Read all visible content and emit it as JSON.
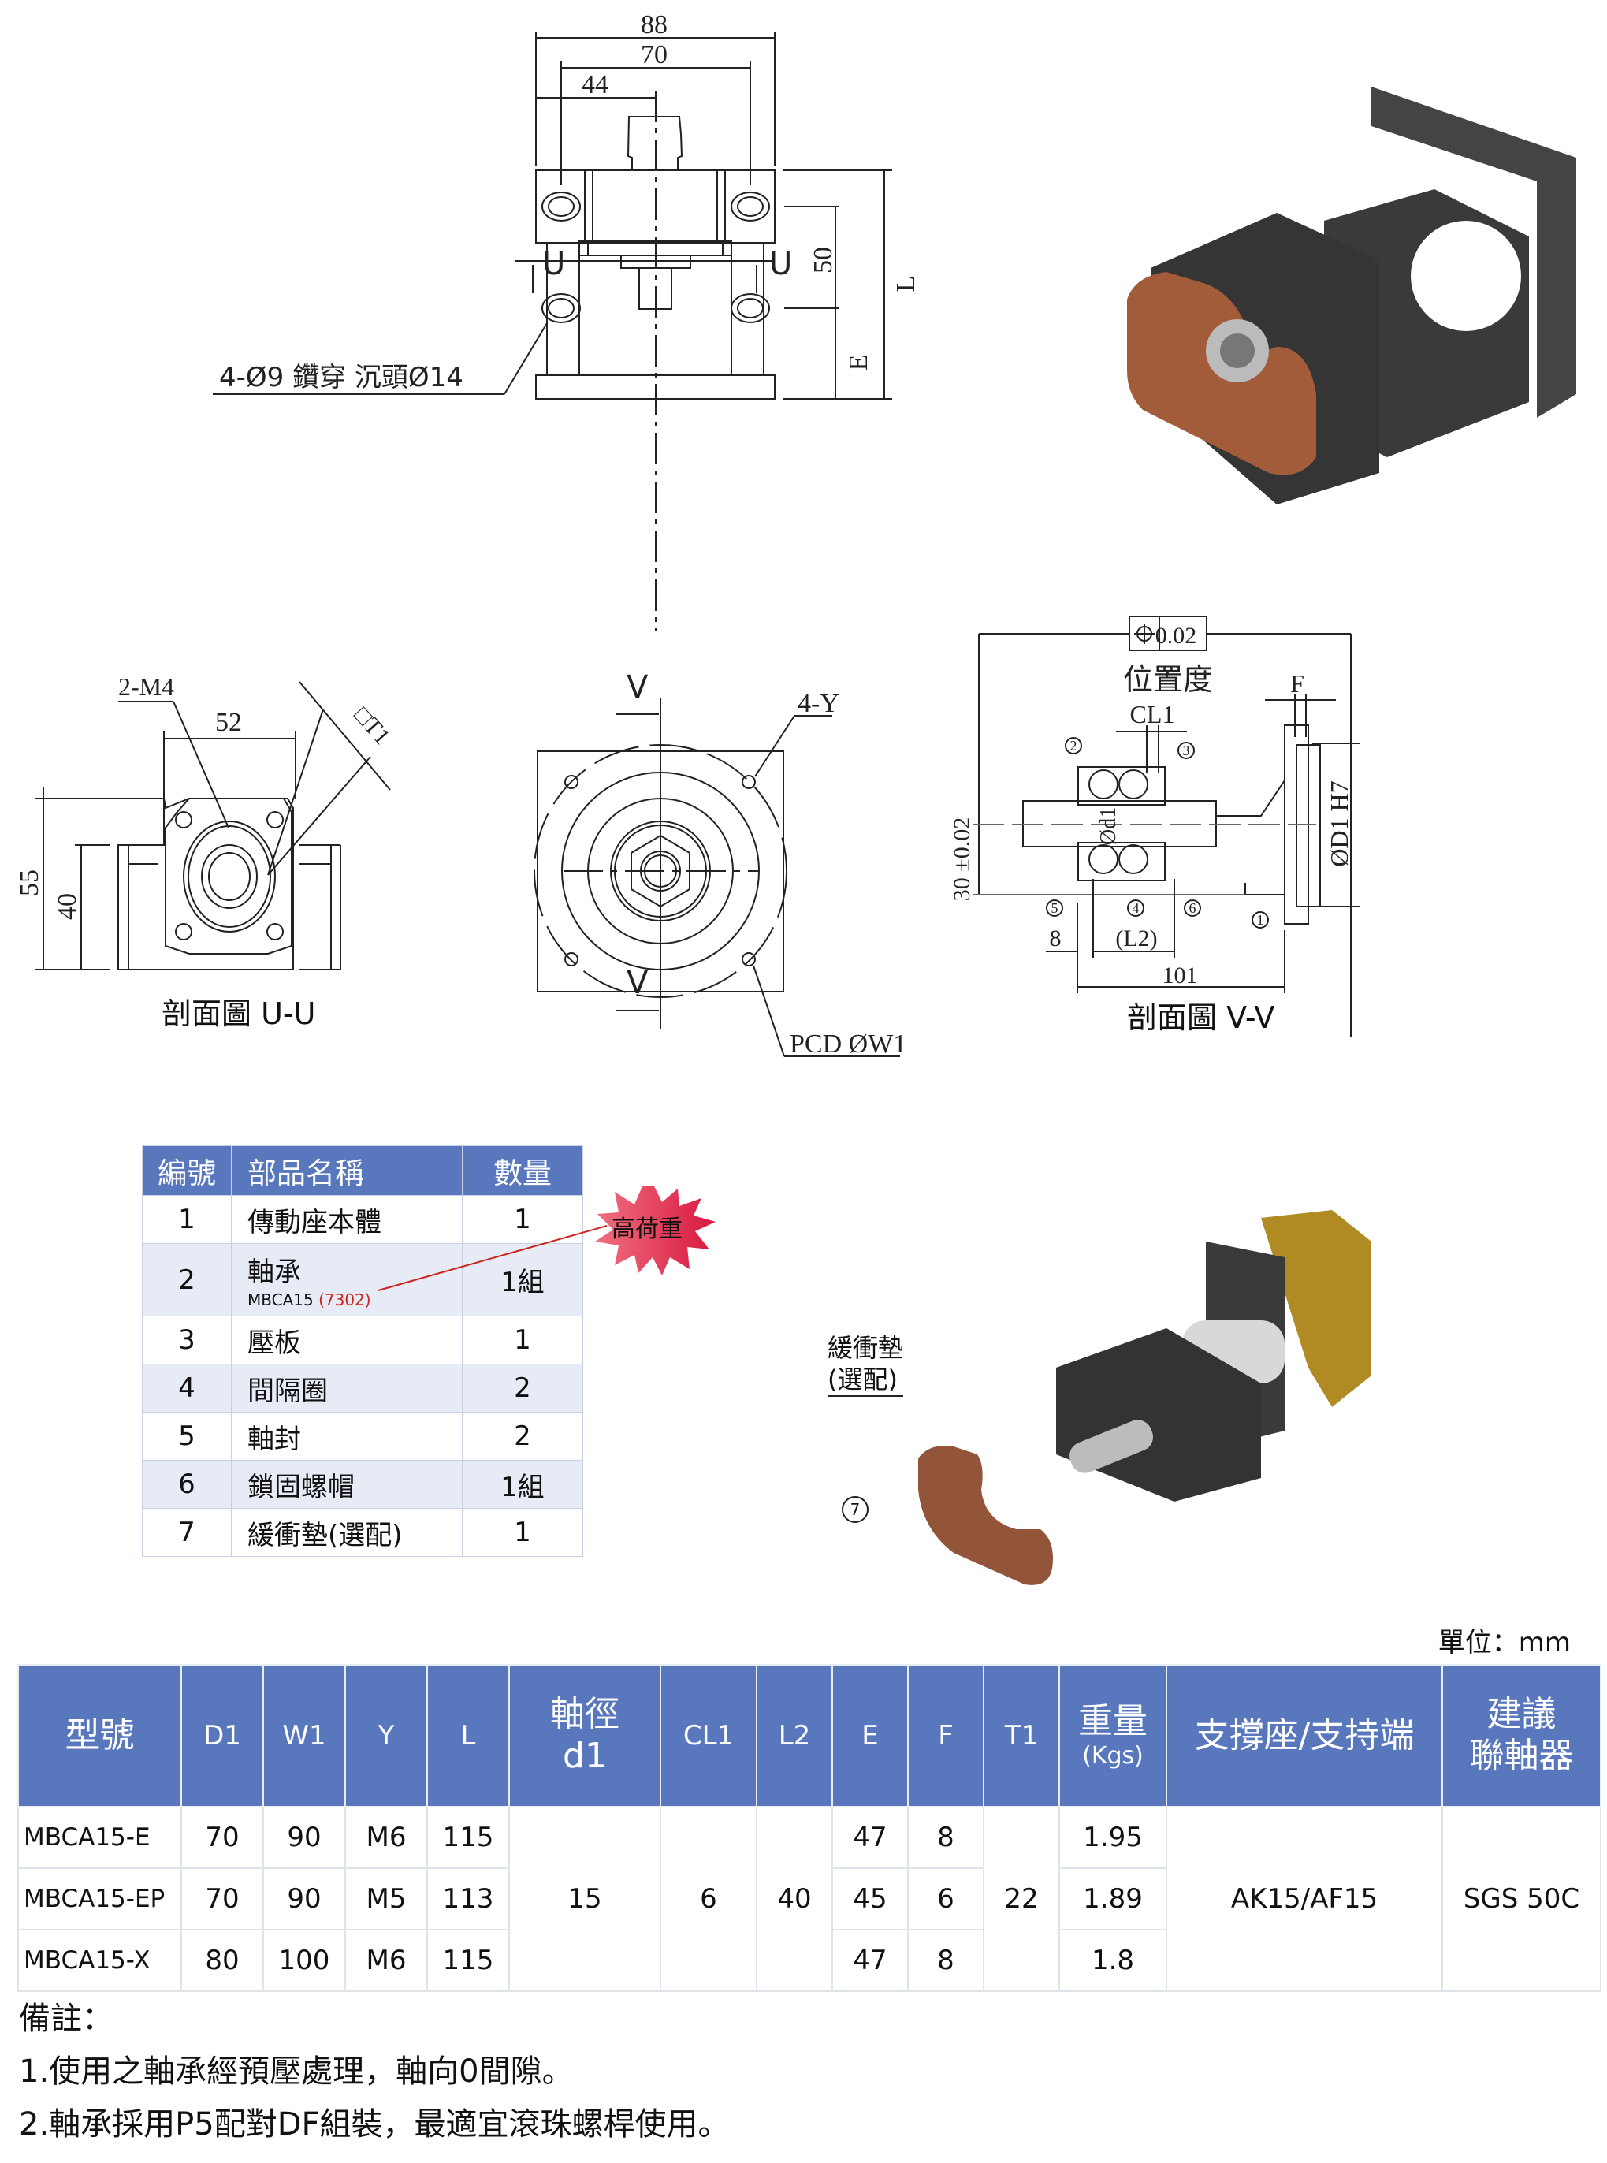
{
  "top_view": {
    "dims": {
      "w88": "88",
      "w70": "70",
      "w44": "44",
      "h50": "50",
      "L": "L",
      "E": "E"
    },
    "section_marks": {
      "left": "U",
      "right": "U"
    },
    "hole_callout": "4-Ø9 鑽穿 沉頭Ø14"
  },
  "section_uu": {
    "tap_callout": "2-M4",
    "dims": {
      "w52": "52",
      "h55": "55",
      "h40": "40",
      "T1": "□T1"
    },
    "caption": "剖面圖 U-U"
  },
  "front_view": {
    "section_marks": {
      "top": "V",
      "bottom": "V"
    },
    "hole_callout": "4-Y",
    "pcd_callout": "PCD ØW1"
  },
  "section_vv": {
    "tolerance_symbol": "position-icon",
    "tolerance_value": "0.02",
    "tolerance_label": "位置度",
    "dims": {
      "F": "F",
      "CL1": "CL1",
      "d1": "Ød1",
      "D1": "ØD1 H7",
      "h30": "30 ±0.02",
      "w8": "8",
      "L2": "(L2)",
      "w101": "101"
    },
    "balloons": [
      "1",
      "2",
      "3",
      "4",
      "5",
      "6"
    ],
    "caption": "剖面圖 V-V"
  },
  "parts_table": {
    "headers": [
      "編號",
      "部品名稱",
      "數量"
    ],
    "rows": [
      {
        "no": "1",
        "name": "傳動座本體",
        "sub": "",
        "sub_red": "",
        "qty": "1"
      },
      {
        "no": "2",
        "name": "軸承",
        "sub": "MBCA15 ",
        "sub_red": "(7302)",
        "qty": "1組"
      },
      {
        "no": "3",
        "name": "壓板",
        "sub": "",
        "sub_red": "",
        "qty": "1"
      },
      {
        "no": "4",
        "name": "間隔圈",
        "sub": "",
        "sub_red": "",
        "qty": "2"
      },
      {
        "no": "5",
        "name": "軸封",
        "sub": "",
        "sub_red": "",
        "qty": "2"
      },
      {
        "no": "6",
        "name": "鎖固螺帽",
        "sub": "",
        "sub_red": "",
        "qty": "1組"
      },
      {
        "no": "7",
        "name": "緩衝墊(選配)",
        "sub": "",
        "sub_red": "",
        "qty": "1"
      }
    ],
    "badge": {
      "label": "高荷重",
      "color": "#e0203c"
    }
  },
  "render_callout": {
    "label_line1": "緩衝墊",
    "label_line2": "(選配)",
    "balloon": "7"
  },
  "spec_table": {
    "unit": "單位：mm",
    "headers": {
      "model": "型號",
      "D1": "D1",
      "W1": "W1",
      "Y": "Y",
      "L": "L",
      "d1_top": "軸徑",
      "d1_bottom": "d1",
      "CL1": "CL1",
      "L2": "L2",
      "E": "E",
      "F": "F",
      "T1": "T1",
      "weight_top": "重量",
      "weight_bottom": "(Kgs)",
      "support": "支撐座/支持端",
      "coupling_top": "建議",
      "coupling_bottom": "聯軸器"
    },
    "rows": [
      {
        "model": "MBCA15-E",
        "D1": "70",
        "W1": "90",
        "Y": "M6",
        "L": "115",
        "E": "47",
        "F": "8",
        "weight": "1.95"
      },
      {
        "model": "MBCA15-EP",
        "D1": "70",
        "W1": "90",
        "Y": "M5",
        "L": "113",
        "E": "45",
        "F": "6",
        "weight": "1.89"
      },
      {
        "model": "MBCA15-X",
        "D1": "80",
        "W1": "100",
        "Y": "M6",
        "L": "115",
        "E": "47",
        "F": "8",
        "weight": "1.8"
      }
    ],
    "shared": {
      "d1": "15",
      "CL1": "6",
      "L2": "40",
      "T1": "22",
      "support": "AK15/AF15",
      "coupling": "SGS 50C"
    },
    "header_color": "#5877bd"
  },
  "notes": {
    "title": "備註：",
    "items": [
      "1.使用之軸承經預壓處理，軸向0間隙。",
      "2.軸承採用P5配對DF組裝，最適宜滾珠螺桿使用。"
    ]
  }
}
